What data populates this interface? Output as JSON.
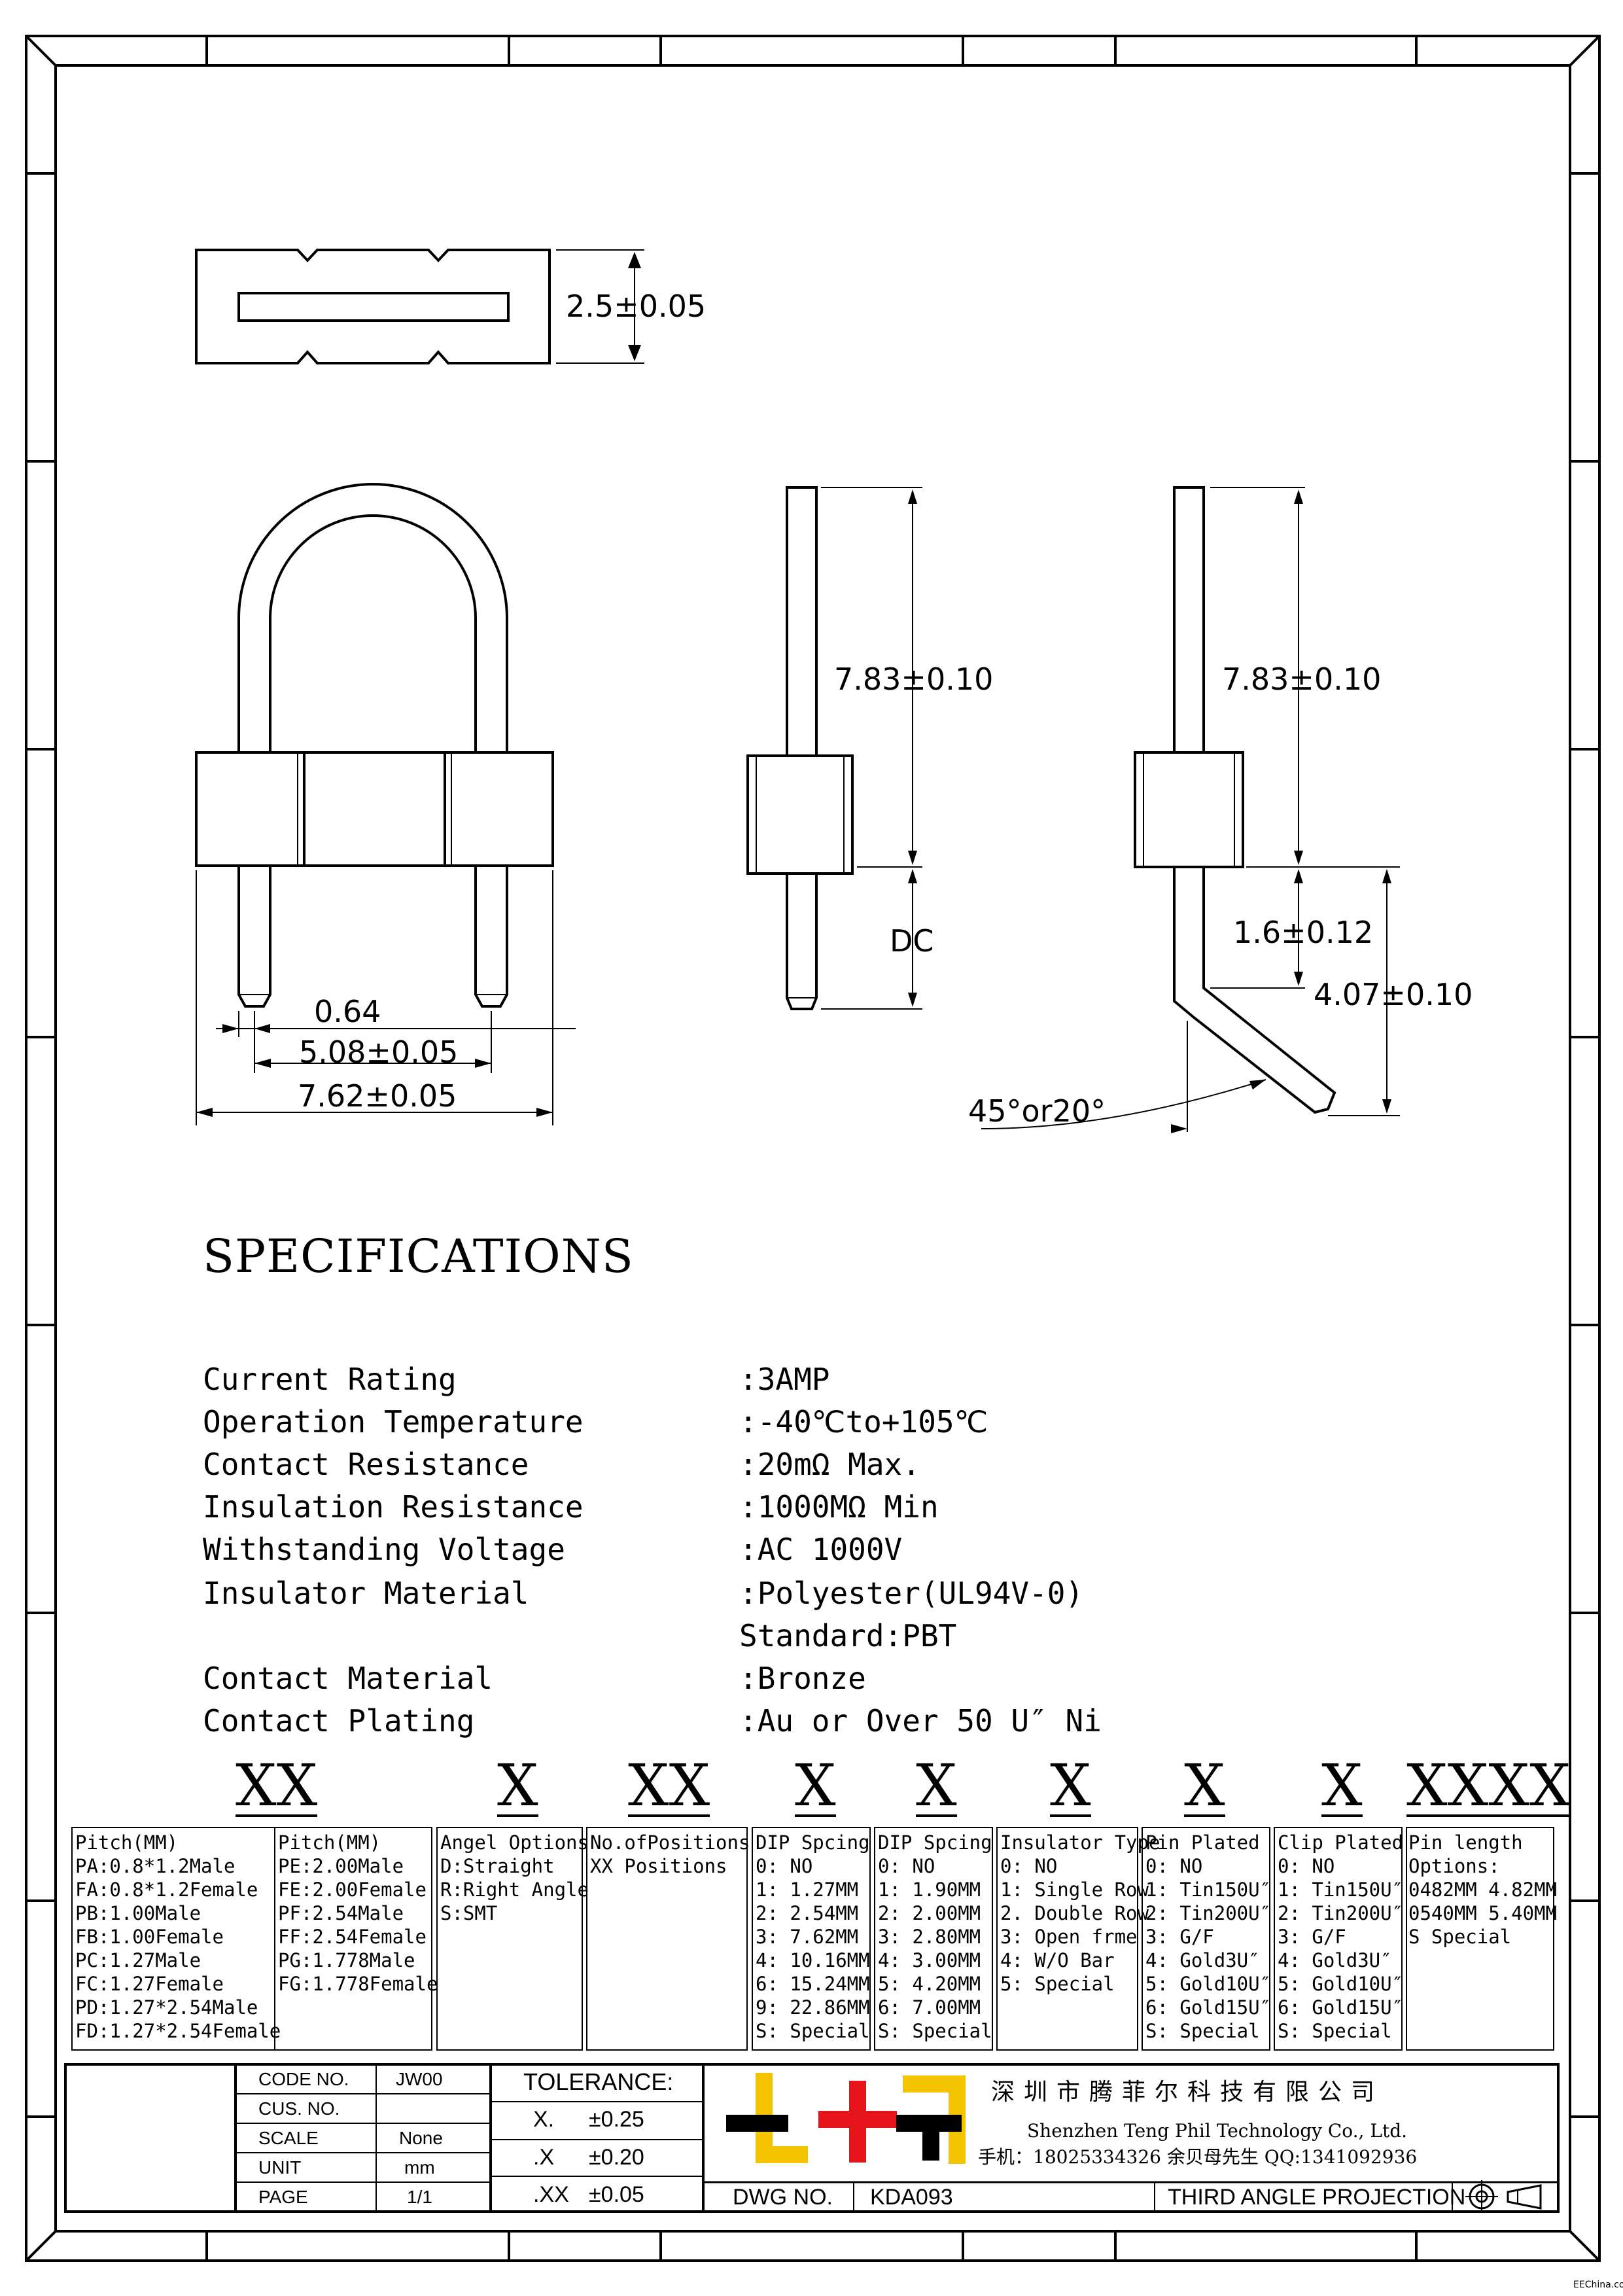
{
  "dimensions": {
    "housing_height": "2.5±0.05",
    "pin_pitch": "5.08±0.05",
    "pin_width": "0.64",
    "overall_width": "7.62±0.05",
    "upper_length_straight": "7.83±0.10",
    "upper_length_angle": "7.83±0.10",
    "lower_length": "DC",
    "insulator_offset": "1.6±0.12",
    "bent_length": "4.07±0.10",
    "bend_angle": "45°or20°"
  },
  "specifications": {
    "title": "SPECIFICATIONS",
    "rows": [
      {
        "label": "Current Rating",
        "value": ":3AMP"
      },
      {
        "label": "Operation Temperature",
        "value": ":-40℃to+105℃"
      },
      {
        "label": "Contact Resistance",
        "value": ":20mΩ Max."
      },
      {
        "label": "Insulation Resistance",
        "value": ":1000MΩ Min"
      },
      {
        "label": "Withstanding Voltage",
        "value": ":AC 1000V"
      },
      {
        "label": "Insulator Material",
        "value": ":Polyester(UL94V-0)"
      },
      {
        "label": "",
        "value": "Standard:PBT"
      },
      {
        "label": "Contact Material",
        "value": ":Bronze"
      },
      {
        "label": "Contact Plating",
        "value": ":Au or Over 50 U″ Ni"
      }
    ]
  },
  "part_code": [
    "XX",
    "X",
    "XX",
    "X",
    "X",
    "X",
    "X",
    "X",
    "XXXX"
  ],
  "options": [
    {
      "header": "Pitch(MM)",
      "lines": [
        "PA:0.8*1.2Male",
        "FA:0.8*1.2Female",
        "PB:1.00Male",
        "FB:1.00Female",
        "PC:1.27Male",
        "FC:1.27Female",
        "PD:1.27*2.54Male",
        "FD:1.27*2.54Female"
      ]
    },
    {
      "header": "Pitch(MM)",
      "lines": [
        "PE:2.00Male",
        "FE:2.00Female",
        "PF:2.54Male",
        "FF:2.54Female",
        "PG:1.778Male",
        "FG:1.778Female"
      ]
    },
    {
      "header": "Angel Options",
      "lines": [
        "D:Straight",
        "R:Right Angle",
        "S:SMT"
      ]
    },
    {
      "header": "No.ofPositions",
      "lines": [
        "XX Positions"
      ]
    },
    {
      "header": "DIP Spcing",
      "lines": [
        "0: NO",
        "1: 1.27MM",
        "2: 2.54MM",
        "3: 7.62MM",
        "4: 10.16MM",
        "6: 15.24MM",
        "9: 22.86MM",
        "S: Special"
      ]
    },
    {
      "header": "DIP Spcing",
      "lines": [
        "0: NO",
        "1: 1.90MM",
        "2: 2.00MM",
        "3: 2.80MM",
        "4: 3.00MM",
        "5: 4.20MM",
        "6: 7.00MM",
        "S: Special"
      ]
    },
    {
      "header": "Insulator Type",
      "lines": [
        "0: NO",
        "1: Single Row",
        "2. Double Row",
        "3: Open frme",
        "4: W/O Bar",
        "5: Special"
      ]
    },
    {
      "header": "Pin Plated",
      "lines": [
        "0: NO",
        "1: Tin150U″",
        "2: Tin200U″",
        "3: G/F",
        "4: Gold3U″",
        "5: Gold10U″",
        "6: Gold15U″",
        "S: Special"
      ]
    },
    {
      "header": "Clip Plated",
      "lines": [
        "0: NO",
        "1: Tin150U″",
        "2: Tin200U″",
        "3: G/F",
        "4: Gold3U″",
        "5: Gold10U″",
        "6: Gold15U″",
        "S: Special"
      ]
    },
    {
      "header": "Pin length",
      "lines": [
        "Options:",
        "0482MM 4.82MM",
        "0540MM 5.40MM",
        "S Special"
      ]
    }
  ],
  "title_block": {
    "code_no_label": "CODE NO.",
    "code_no": "JW00",
    "cus_no_label": "CUS. NO.",
    "cus_no": "",
    "scale_label": "SCALE",
    "scale": "None",
    "unit_label": "UNIT",
    "unit": "mm",
    "page_label": "PAGE",
    "page": "1/1",
    "tolerance_label": "TOLERANCE:",
    "tolerances": [
      {
        "key": "X.",
        "value": "±0.25"
      },
      {
        "key": ".X",
        "value": "±0.20"
      },
      {
        "key": ".XX",
        "value": "±0.05"
      }
    ],
    "company_cn": "深圳市腾菲尔科技有限公司",
    "company_en": "Shenzhen Teng Phil Technology Co., Ltd.",
    "contact": "手机：18025334326 余贝母先生   QQ:1341092936",
    "dwg_no_label": "DWG NO.",
    "dwg_no": "KDA093",
    "projection": "THIRD ANGLE PROJECTION"
  },
  "watermark": "EEChina.com",
  "colors": {
    "logo_red": "#e8141b",
    "logo_yellow": "#f5c400",
    "logo_black": "#000000"
  }
}
